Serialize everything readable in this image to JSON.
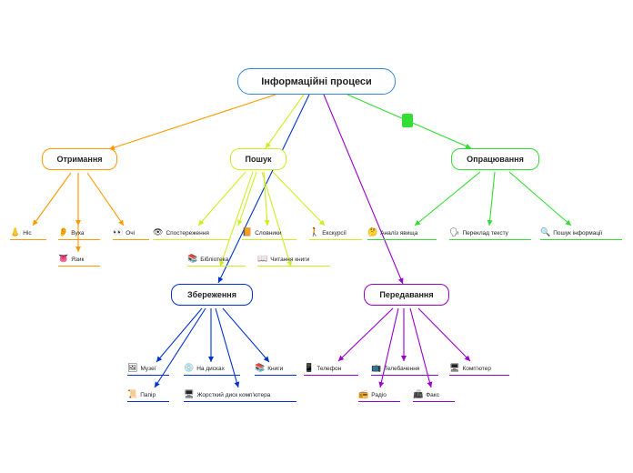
{
  "title": "Інформаційні процеси",
  "branches": {
    "obtain": {
      "label": "Отримання",
      "color": "#ff9900",
      "items": [
        {
          "label": "Ніс",
          "icon": "nose-icon",
          "glyph": "👃"
        },
        {
          "label": "Вуха",
          "icon": "ear-icon",
          "glyph": "👂"
        },
        {
          "label": "Очі",
          "icon": "eyes-icon",
          "glyph": "👀"
        },
        {
          "label": "Язик",
          "icon": "tongue-icon",
          "glyph": "👅"
        }
      ]
    },
    "search": {
      "label": "Пошук",
      "color": "#ccee22",
      "items": [
        {
          "label": "Спостереження",
          "icon": "eye-icon",
          "glyph": "👁"
        },
        {
          "label": "Словники",
          "icon": "book-icon",
          "glyph": "📙"
        },
        {
          "label": "Екскурсії",
          "icon": "walking-person-icon",
          "glyph": "🚶"
        },
        {
          "label": "Бібліотека",
          "icon": "books-icon",
          "glyph": "📚"
        },
        {
          "label": "Читання книги",
          "icon": "open-book-icon",
          "glyph": "📖"
        }
      ]
    },
    "process": {
      "label": "Опрацювання",
      "color": "#33dd33",
      "items": [
        {
          "label": "Аналіз явища",
          "icon": "thinking-face-icon",
          "glyph": "🤔"
        },
        {
          "label": "Переклад тексту",
          "icon": "speaking-head-icon",
          "glyph": "🗣"
        },
        {
          "label": "Пошук інформації",
          "icon": "magnifier-icon",
          "glyph": "🔍"
        }
      ]
    },
    "store": {
      "label": "Збереження",
      "color": "#0033cc",
      "items": [
        {
          "label": "Музеї",
          "icon": "picture-icon",
          "glyph": "🖼"
        },
        {
          "label": "На дисках",
          "icon": "disc-icon",
          "glyph": "💿"
        },
        {
          "label": "Книги",
          "icon": "books-icon",
          "glyph": "📚"
        },
        {
          "label": "Папір",
          "icon": "scroll-icon",
          "glyph": "📜"
        },
        {
          "label": "Жорсткий диск комп'ютера",
          "icon": "desktop-computer-icon",
          "glyph": "🖥"
        }
      ]
    },
    "transfer": {
      "label": "Передавання",
      "color": "#9900cc",
      "items": [
        {
          "label": "Телефон",
          "icon": "mobile-phone-icon",
          "glyph": "📱"
        },
        {
          "label": "Телебачення",
          "icon": "television-icon",
          "glyph": "📺"
        },
        {
          "label": "Комп'ютер",
          "icon": "desktop-computer-icon",
          "glyph": "🖥"
        },
        {
          "label": "Радіо",
          "icon": "radio-icon",
          "glyph": "📻"
        },
        {
          "label": "Факс",
          "icon": "fax-icon",
          "glyph": "📠"
        }
      ]
    }
  }
}
